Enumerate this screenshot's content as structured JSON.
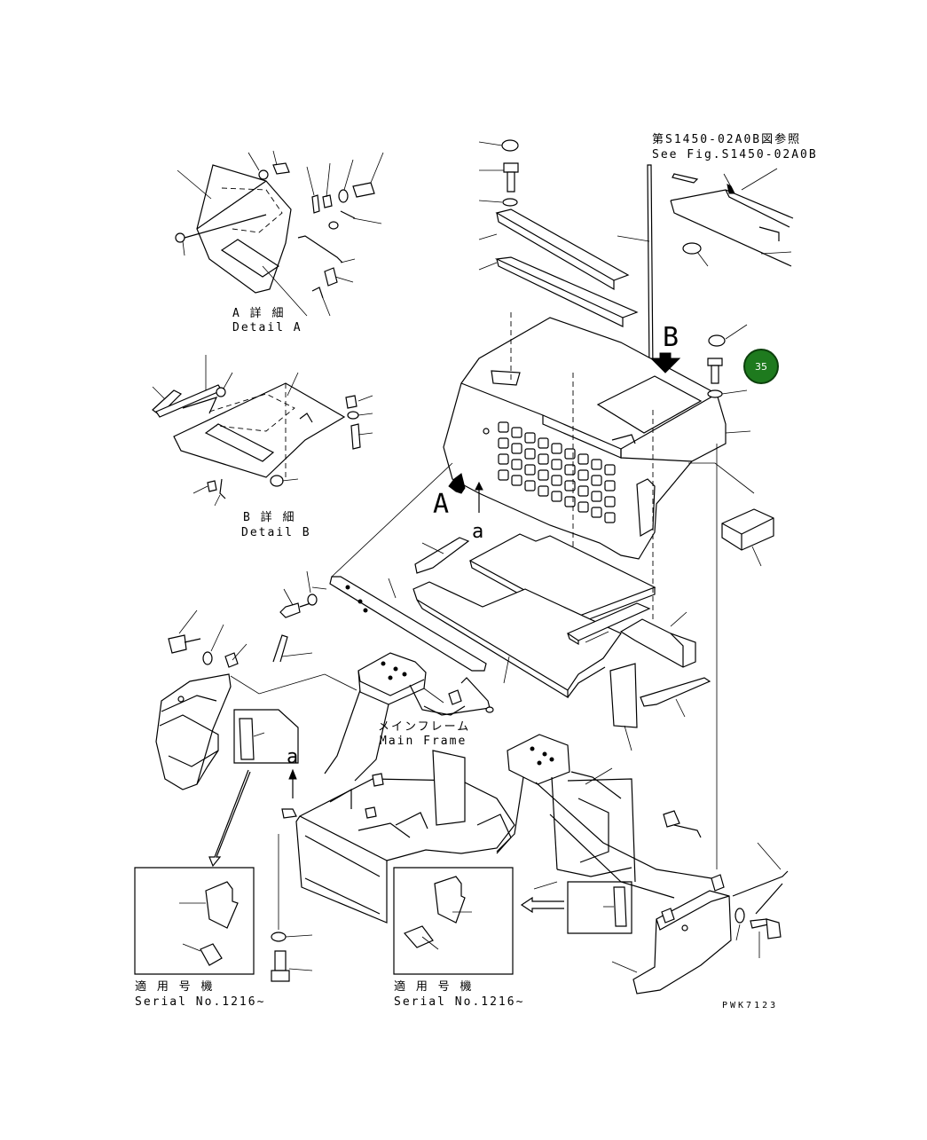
{
  "ref_jp": "第S1450-02A0B図参照",
  "ref_en": "See Fig.S1450-02A0B",
  "detail_a_jp": "A 詳 細",
  "detail_a_en": "Detail A",
  "detail_b_jp": "B 詳 細",
  "detail_b_en": "Detail B",
  "main_frame_jp": "メインフレーム",
  "main_frame_en": "Main Frame",
  "view_a_upper": "A",
  "view_b_upper": "B",
  "view_a_lower": "a",
  "serial_left_jp": "適 用 号 機",
  "serial_left_en": "Serial No.1216~",
  "serial_right_jp": "適 用 号 機",
  "serial_right_en": "Serial No.1216~",
  "drawing_code": "PWK7123",
  "callout": {
    "number": "35",
    "color": "#1e7a1e"
  }
}
